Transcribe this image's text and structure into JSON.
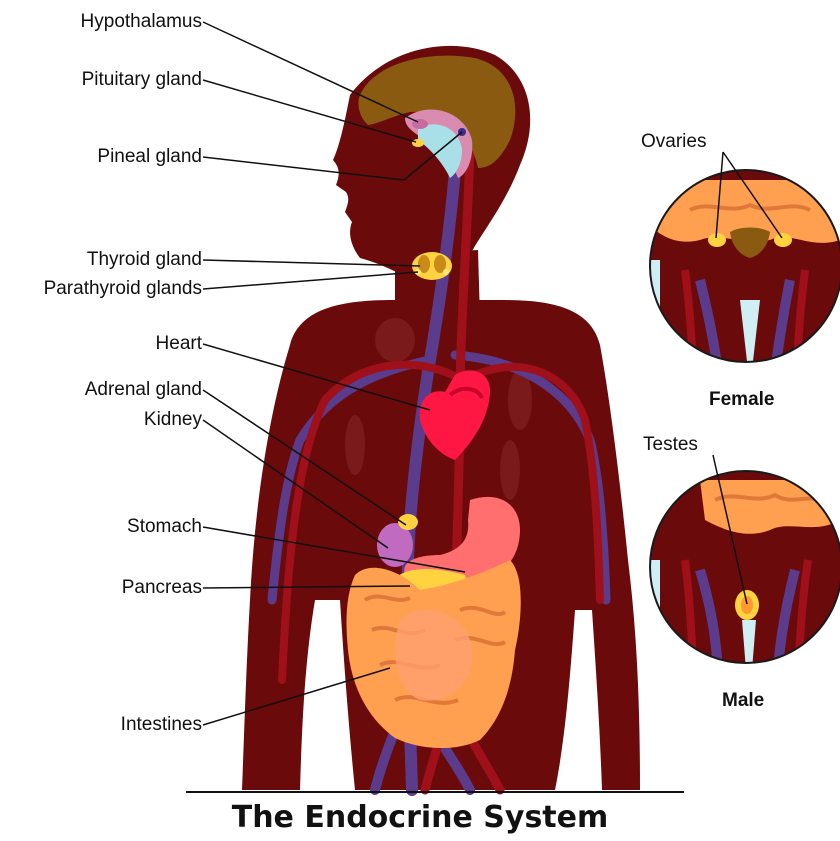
{
  "title": "The Endocrine System",
  "labels": {
    "hypothalamus": "Hypothalamus",
    "pituitary": "Pituitary gland",
    "pineal": "Pineal gland",
    "thyroid": "Thyroid gland",
    "parathyroid": "Parathyroid glands",
    "heart": "Heart",
    "adrenal": "Adrenal gland",
    "kidney": "Kidney",
    "stomach": "Stomach",
    "pancreas": "Pancreas",
    "intestines": "Intestines",
    "ovaries": "Ovaries",
    "testes": "Testes"
  },
  "insets": {
    "female": "Female",
    "male": "Male"
  },
  "colors": {
    "body": "#6b0a0a",
    "vessel_blue": "#5b3b8c",
    "vessel_red": "#a0101a",
    "brain": "#8a5a10",
    "intestine": "#ffa050",
    "stomach": "#ff6f6f",
    "heart": "#ff1744",
    "gland_yellow": "#ffd23f",
    "inset_bg": "#cfeff5"
  }
}
